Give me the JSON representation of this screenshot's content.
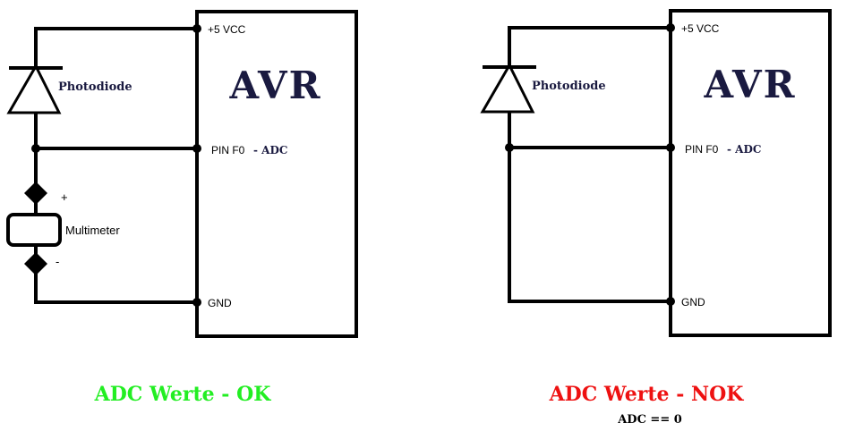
{
  "colors": {
    "ok": "#22ee22",
    "nok": "#ee1111",
    "wire": "#000000",
    "label_dark": "#1a1a40"
  },
  "left": {
    "chip": "AVR",
    "vcc": "+5 VCC",
    "pin": "PIN F0",
    "pin_adc": "- ADC",
    "gnd": "GND",
    "photodiode": "Photodiode",
    "meter_label": "Multimeter",
    "plus": "+",
    "minus": "-",
    "caption": "ADC Werte - OK"
  },
  "right": {
    "chip": "AVR",
    "vcc": "+5 VCC",
    "pin": "PIN F0",
    "pin_adc": "- ADC",
    "gnd": "GND",
    "photodiode": "Photodiode",
    "caption": "ADC Werte - NOK",
    "subcaption": "ADC == 0"
  }
}
